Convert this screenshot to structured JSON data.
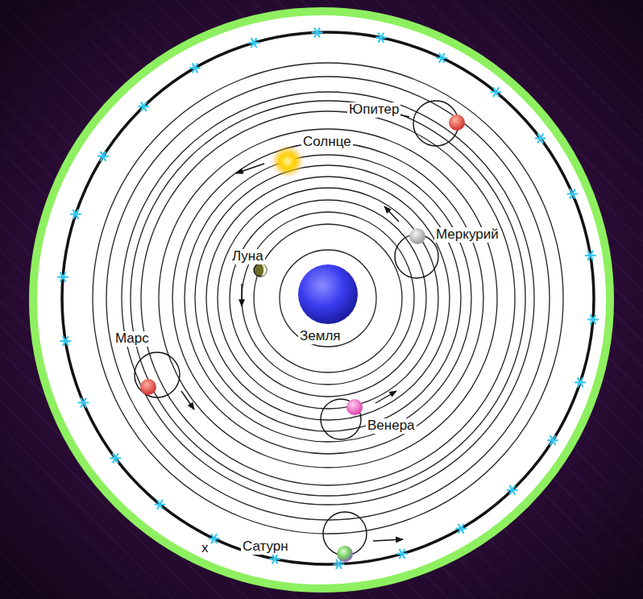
{
  "diagram": {
    "labels": [
      "Юпитер",
      "Солнце",
      "Меркурий",
      "Луна",
      "Земля",
      "Марс",
      "Венера",
      "х",
      "Сатурн"
    ]
  }
}
